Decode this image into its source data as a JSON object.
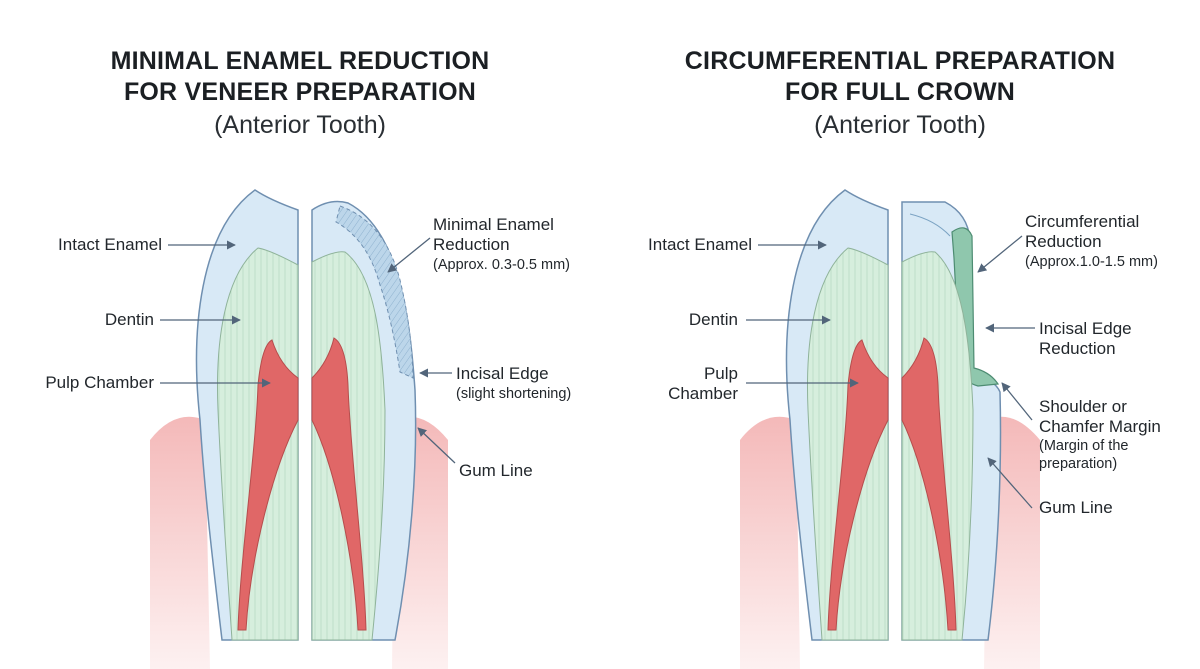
{
  "left": {
    "title_line1": "MINIMAL ENAMEL REDUCTION",
    "title_line2": "FOR VENEER PREPARATION",
    "subtitle": "(Anterior Tooth)",
    "labels": {
      "intact_enamel": "Intact Enamel",
      "dentin": "Dentin",
      "pulp_chamber": "Pulp Chamber",
      "reduction_line1": "Minimal Enamel",
      "reduction_line2": "Reduction",
      "reduction_note": "(Approx. 0.3-0.5 mm)",
      "incisal_edge": "Incisal Edge",
      "incisal_note": "(slight shortening)",
      "gum_line": "Gum Line"
    }
  },
  "right": {
    "title_line1": "CIRCUMFERENTIAL PREPARATION",
    "title_line2": "FOR FULL CROWN",
    "subtitle": "(Anterior Tooth)",
    "labels": {
      "intact_enamel": "Intact Enamel",
      "dentin": "Dentin",
      "pulp_line1": "Pulp",
      "pulp_line2": "Chamber",
      "reduction_line1": "Circumferential",
      "reduction_line2": "Reduction",
      "reduction_note": "(Approx.1.0-1.5 mm)",
      "incisal_line1": "Incisal Edge",
      "incisal_line2": "Reduction",
      "shoulder_line1": "Shoulder or",
      "shoulder_line2": "Chamfer Margin",
      "shoulder_note1": "(Margin of the",
      "shoulder_note2": "preparation)",
      "gum_line": "Gum Line"
    }
  },
  "colors": {
    "enamel": "#d8e9f6",
    "enamel_outline": "#6f8fb0",
    "dentin": "#d6eedd",
    "pulp": "#e06767",
    "gum": "#f6cccc",
    "prep": "#8fc7ad",
    "arrow": "#52657a"
  }
}
